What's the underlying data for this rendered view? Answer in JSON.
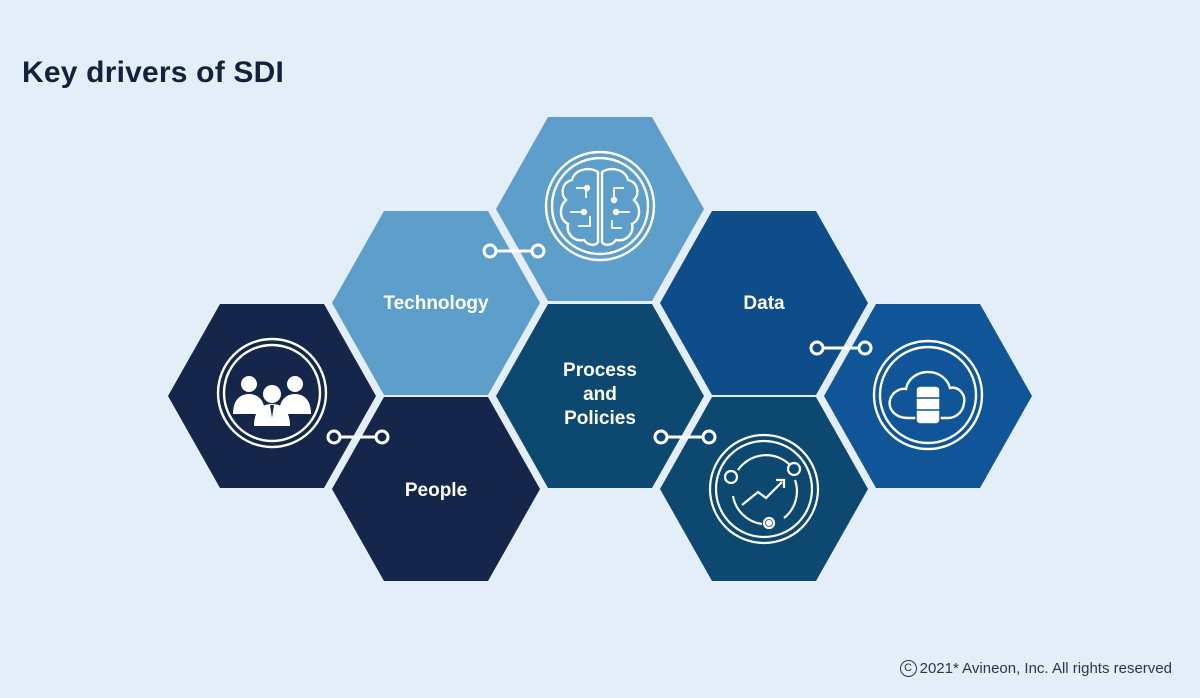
{
  "title": "Key drivers of SDI",
  "hexagons": {
    "technology": "Technology",
    "process": [
      "Process",
      "and",
      "Policies"
    ],
    "data": "Data",
    "people": "People"
  },
  "icons": {
    "brain": "brain-icon",
    "team": "team-icon",
    "cloud_database": "cloud-database-icon",
    "process_cycle": "process-cycle-icon"
  },
  "colors": {
    "background": "#e3eef8",
    "light_blue": "#5e9ecb",
    "dark_navy": "#15264a",
    "medium_blue": "#0f4c8a",
    "teal_blue": "#0c4870",
    "cloud_blue": "#0f5598"
  },
  "copyright": "2021* Avineon, Inc. All rights reserved"
}
